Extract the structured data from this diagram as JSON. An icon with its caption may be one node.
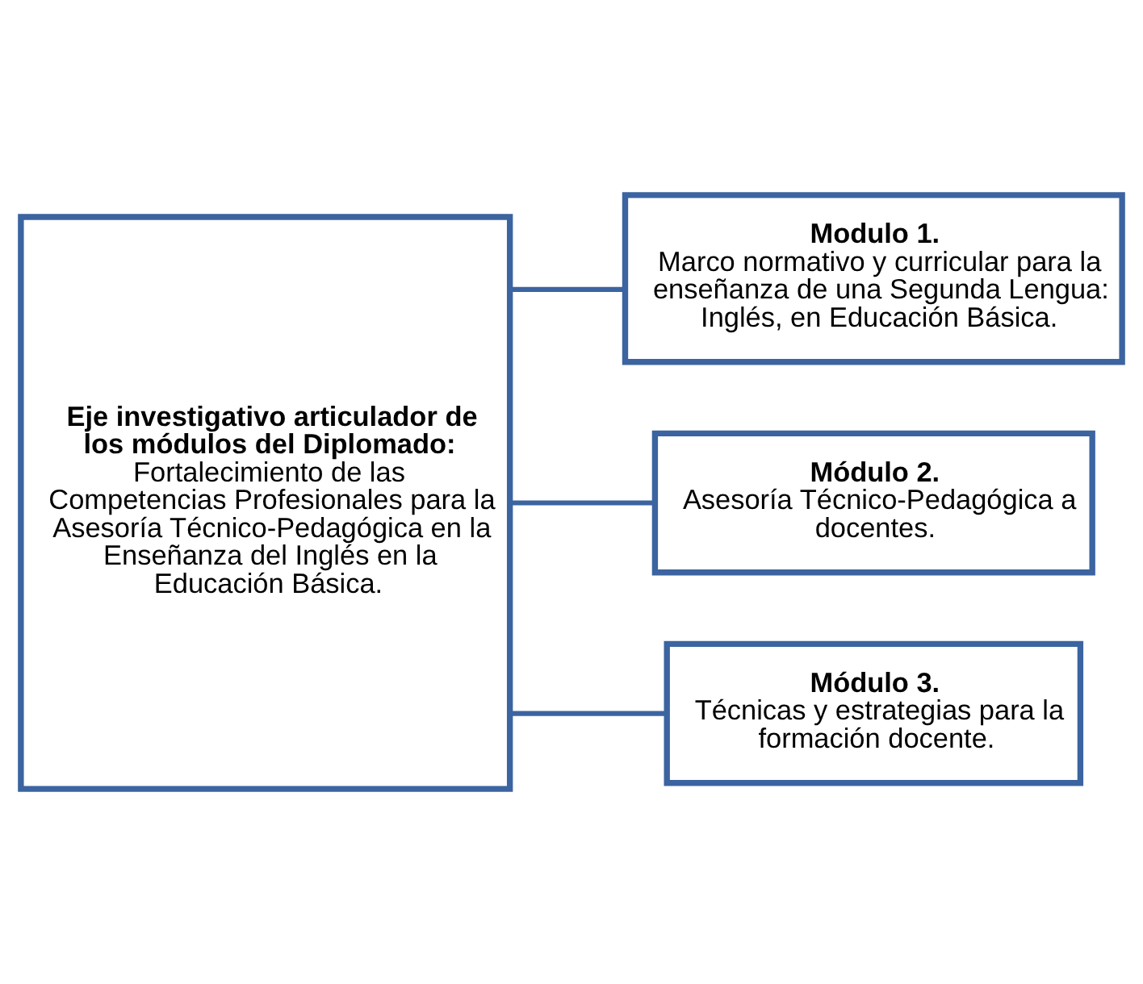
{
  "diagram": {
    "nodes": [
      {
        "text": [
          "**Eje investigativo articulador de los módulos del Diplomado**: Fortalecimiento de las Competencias Profesionales para la Asesoría Técnico-Pedagógica en la Enseñanza del Inglés en la Educación Básica."
        ]
      },
      {
        "text": [
          "**Modulo 1**. Marco normativo y curricular para la enseñanza de una Segunda Lengua: Inglés, en Educación Básica."
        ]
      },
      {
        "text": [
          "**Módulo 2**. Asesoría Técnico-Pedagógica a docentes."
        ]
      },
      {
        "text": [
          "**Módulo 3**.  Técnicas y estrategias para la formación docente."
        ]
      }
    ],
    "edges": [
      {
        "from": 0,
        "to": 1,
        "arrow": "none"
      },
      {
        "from": 0,
        "to": 2,
        "arrow": "none"
      },
      {
        "from": 0,
        "to": 3,
        "arrow": "none"
      }
    ]
  }
}
